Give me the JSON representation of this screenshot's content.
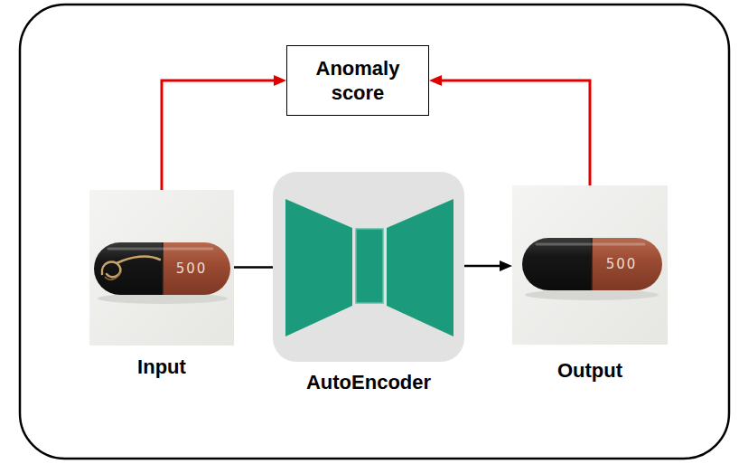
{
  "diagram": {
    "nodes": [
      {
        "text": [
          "Anomaly score"
        ]
      },
      {
        "text": [
          "Input"
        ]
      },
      {
        "text": [
          "AutoEncoder"
        ]
      },
      {
        "text": [
          "Output"
        ]
      }
    ],
    "edges": [
      {
        "from": 1,
        "to": 0,
        "arrow": "to"
      },
      {
        "from": 3,
        "to": 0,
        "arrow": "to"
      },
      {
        "from": 1,
        "to": 2,
        "arrow": "none"
      },
      {
        "from": 2,
        "to": 3,
        "arrow": "to"
      }
    ],
    "labels": [
      "500",
      "500"
    ]
  }
}
